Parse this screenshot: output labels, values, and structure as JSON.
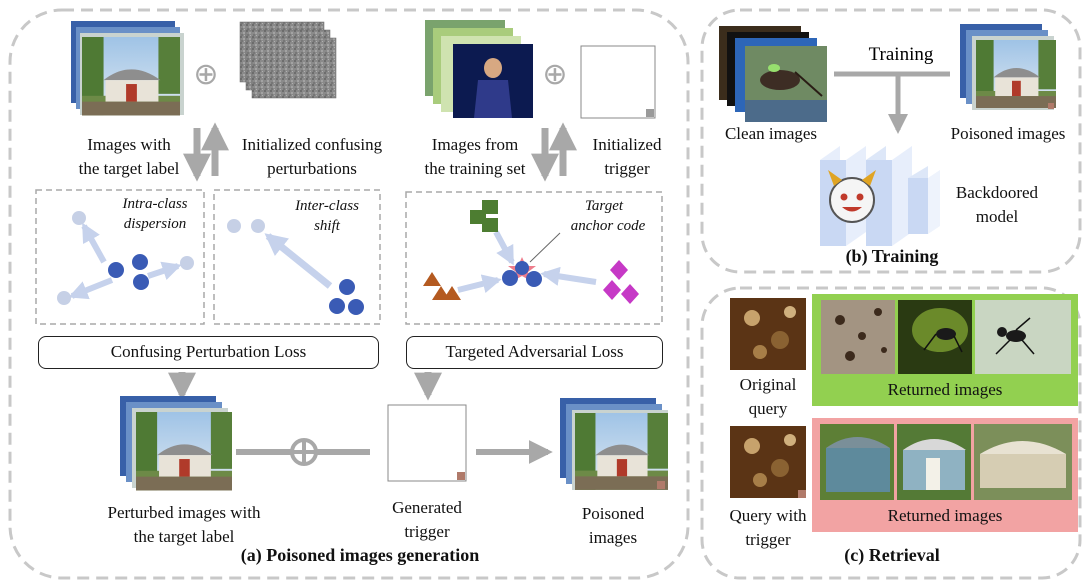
{
  "panel_a": {
    "caption": "(a) Poisoned images generation",
    "images_target_label": [
      "Images with",
      "the target label"
    ],
    "initialized_perturbations": [
      "Initialized confusing",
      "perturbations"
    ],
    "images_training_set": [
      "Images from",
      "the training set"
    ],
    "initialized_trigger": [
      "Initialized",
      "trigger"
    ],
    "intra_class": [
      "Intra-class",
      "dispersion"
    ],
    "inter_class": [
      "Inter-class",
      "shift"
    ],
    "target_anchor": [
      "Target",
      "anchor code"
    ],
    "confusing_loss": "Confusing Perturbation Loss",
    "targeted_loss": "Targeted Adversarial Loss",
    "perturbed_images": [
      "Perturbed images with",
      "the target label"
    ],
    "generated_trigger": [
      "Generated",
      "trigger"
    ],
    "poisoned_images": [
      "Poisoned",
      "images"
    ],
    "plus_symbol": "⊕"
  },
  "panel_b": {
    "caption": "(b) Training",
    "training_label": "Training",
    "clean_images": "Clean images",
    "poisoned_images": "Poisoned images",
    "backdoored_model": [
      "Backdoored",
      "model"
    ]
  },
  "panel_c": {
    "caption": "(c) Retrieval",
    "original_query": [
      "Original",
      "query"
    ],
    "query_with_trigger": [
      "Query with",
      "trigger"
    ],
    "returned_images_top": "Returned images",
    "returned_images_bottom": "Returned images"
  },
  "colors": {
    "dashed_border": "#c8c8c8",
    "arrow_gray": "#a8a8a8",
    "dot_blue": "#3a5bb5",
    "dot_light": "#c6d0e6",
    "green_square": "#4d7d31",
    "orange_triangle": "#b45a20",
    "magenta_diamond": "#c639c6",
    "star_pink": "#ee7d8c",
    "returned_green": "#92d050",
    "returned_red": "#f2a3a3"
  }
}
